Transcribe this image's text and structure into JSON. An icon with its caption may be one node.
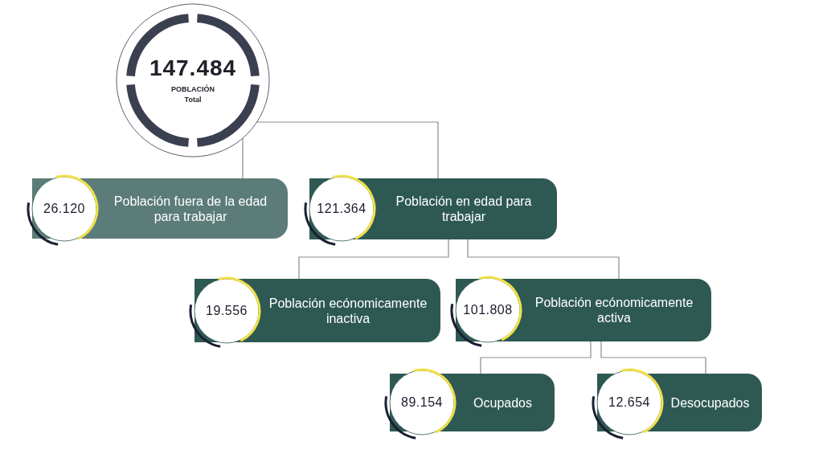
{
  "diagram": {
    "nodes": [
      {
        "text": [
          "147.484",
          "POBLACIÓN Total"
        ]
      },
      {
        "text": [
          "26.120",
          "Población fuera de la edad para trabajar"
        ]
      },
      {
        "text": [
          "121.364",
          "Población en edad para trabajar"
        ]
      },
      {
        "text": [
          "19.556",
          "Población ecónomicamente inactiva"
        ]
      },
      {
        "text": [
          "101.808",
          "Población ecónomicamente activa"
        ]
      },
      {
        "text": [
          "89.154",
          "Ocupados"
        ]
      },
      {
        "text": [
          "12.654",
          "Desocupados"
        ]
      }
    ],
    "edges": [
      {
        "from": 0,
        "to": 1,
        "arrow": "none"
      },
      {
        "from": 0,
        "to": 2,
        "arrow": "none"
      },
      {
        "from": 2,
        "to": 3,
        "arrow": "none"
      },
      {
        "from": 2,
        "to": 4,
        "arrow": "none"
      },
      {
        "from": 4,
        "to": 5,
        "arrow": "none"
      },
      {
        "from": 4,
        "to": 6,
        "arrow": "none"
      }
    ]
  }
}
